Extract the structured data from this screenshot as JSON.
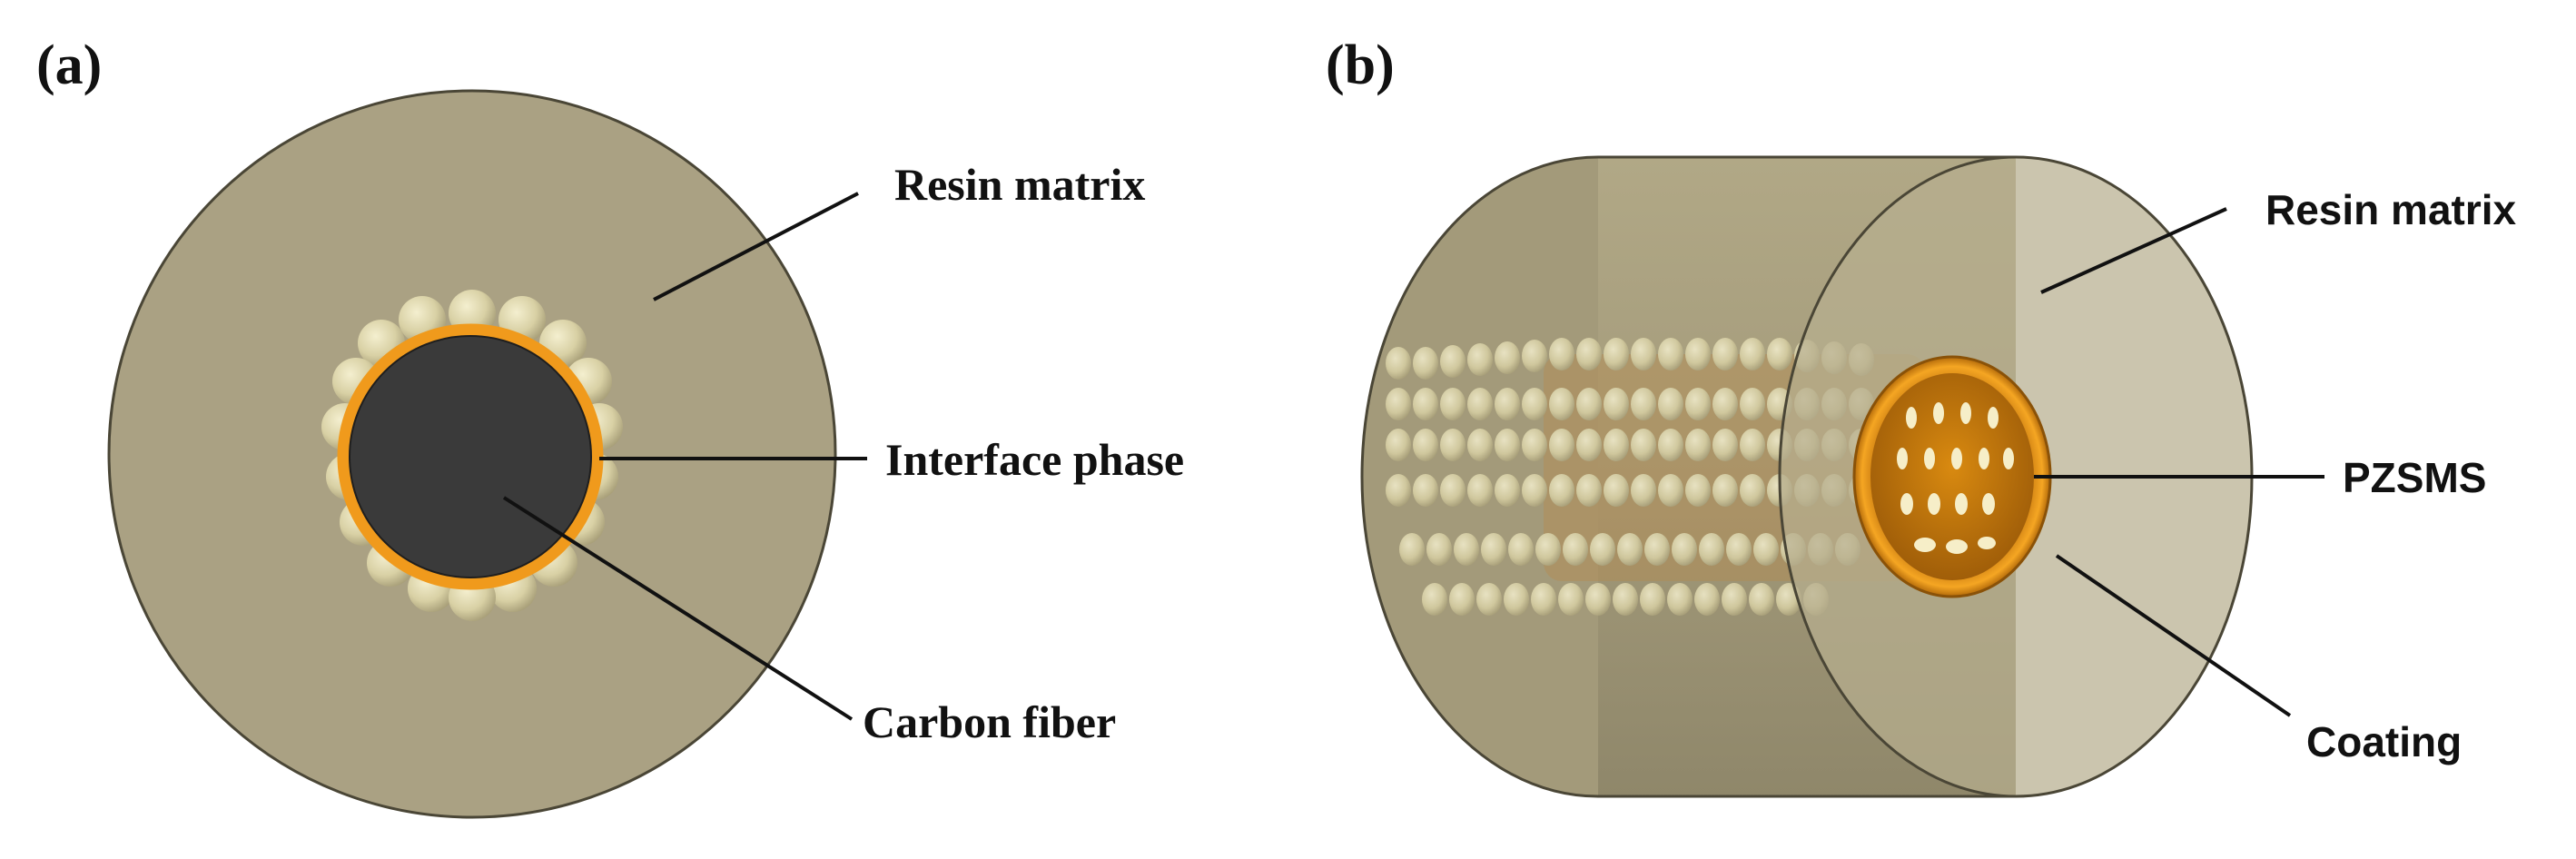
{
  "panels": {
    "a": {
      "label": "(a)",
      "labels": {
        "resin_matrix": "Resin matrix",
        "interface_phase": "Interface phase",
        "carbon_fiber": "Carbon fiber"
      }
    },
    "b": {
      "label": "(b)",
      "labels": {
        "resin_matrix": "Resin matrix",
        "pzsms": "PZSMS",
        "coating": "Coating"
      }
    }
  },
  "colors": {
    "resin": "#aaa183",
    "resin_edge": "#4a4636",
    "fiber": "#3a3a3a",
    "interface": "#f09a1c",
    "coating": "#e8900f",
    "sphere": "#e2dbb2"
  }
}
